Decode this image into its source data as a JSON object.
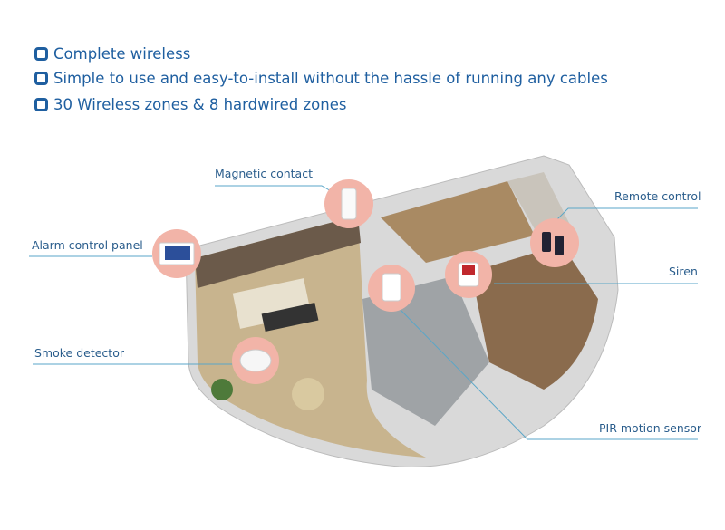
{
  "features": [
    "Complete wireless",
    "Simple to use and easy-to-install without the hassle of running any  cables",
    "30 Wireless zones & 8 hardwired zones"
  ],
  "labels": {
    "magnetic_contact": "Magnetic contact",
    "alarm_control_panel": "Alarm control panel",
    "smoke_detector": "Smoke detector",
    "remote_control": "Remote control",
    "siren": "Siren",
    "pir_motion_sensor": "PIR motion sensor"
  },
  "colors": {
    "accent": "#1f5fa0",
    "callout": "#f2b4a8",
    "leader": "#5aa6c8"
  }
}
